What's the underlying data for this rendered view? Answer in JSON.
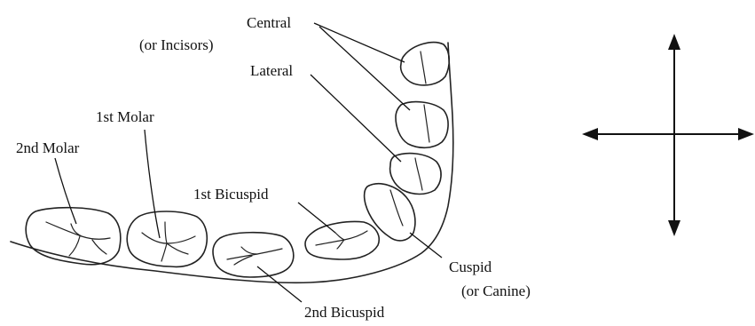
{
  "labels": {
    "central": "Central",
    "incisors": "(or Incisors)",
    "lateral": "Lateral",
    "first_molar": "1st Molar",
    "second_molar": "2nd Molar",
    "first_bicuspid": "1st Bicuspid",
    "second_bicuspid": "2nd Bicuspid",
    "cuspid": "Cuspid",
    "canine": "(or Canine)"
  },
  "icons": {
    "compass": "four-way-arrow-icon"
  },
  "colors": {
    "ink": "#111111",
    "background": "#ffffff"
  }
}
